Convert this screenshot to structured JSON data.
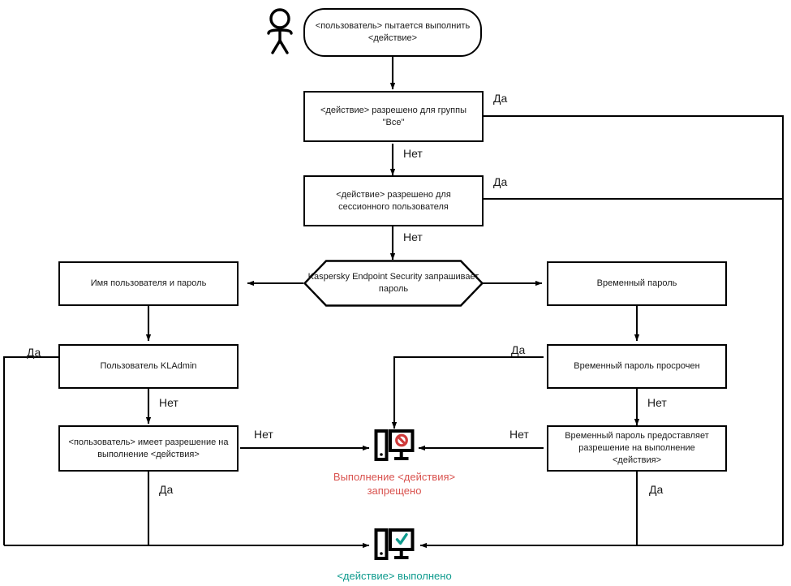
{
  "diagram": {
    "title_alt": "Kaspersky Endpoint Security password check flowchart",
    "colors": {
      "line": "#000000",
      "text": "#1a1a1a",
      "denied": "#d9534f",
      "allowed": "#0f9b8e"
    },
    "actor": {
      "name": "user-actor",
      "label": ""
    },
    "nodes": {
      "start": "<пользователь> пытается выполнить <действие>",
      "allowed_everyone": "<действие> разрешено для группы \"Все\"",
      "allowed_session_user": "<действие> разрешено для сессионного пользователя",
      "kes_asks_password": "Kaspersky Endpoint Security запрашивает пароль",
      "username_and_password": "Имя пользователя и пароль",
      "temporary_password": "Временный пароль",
      "kladmin_user": "Пользователь KLAdmin",
      "temp_password_expired": "Временный пароль просрочен",
      "user_has_permission": "<пользователь> имеет разрешение на выполнение <действия>",
      "temp_password_grants": "Временный пароль предоставляет разрешение на выполнение <действия>"
    },
    "terminators": {
      "denied": "Выполнение <действия> запрещено",
      "denied_line1": "Выполнение <действия>",
      "denied_line2": "запрещено",
      "allowed": "<действие> выполнено"
    },
    "edge_labels": {
      "yes": "Да",
      "no": "Нет",
      "list": [
        {
          "id": "everyone-yes",
          "text": "Да"
        },
        {
          "id": "everyone-no",
          "text": "Нет"
        },
        {
          "id": "session-yes",
          "text": "Да"
        },
        {
          "id": "session-no",
          "text": "Нет"
        },
        {
          "id": "kladmin-yes",
          "text": "Да"
        },
        {
          "id": "kladmin-no",
          "text": "Нет"
        },
        {
          "id": "expired-yes",
          "text": "Да"
        },
        {
          "id": "expired-no",
          "text": "Нет"
        },
        {
          "id": "permission-no",
          "text": "Нет"
        },
        {
          "id": "permission-yes",
          "text": "Да"
        },
        {
          "id": "grants-no",
          "text": "Нет"
        },
        {
          "id": "grants-yes",
          "text": "Да"
        }
      ]
    }
  }
}
